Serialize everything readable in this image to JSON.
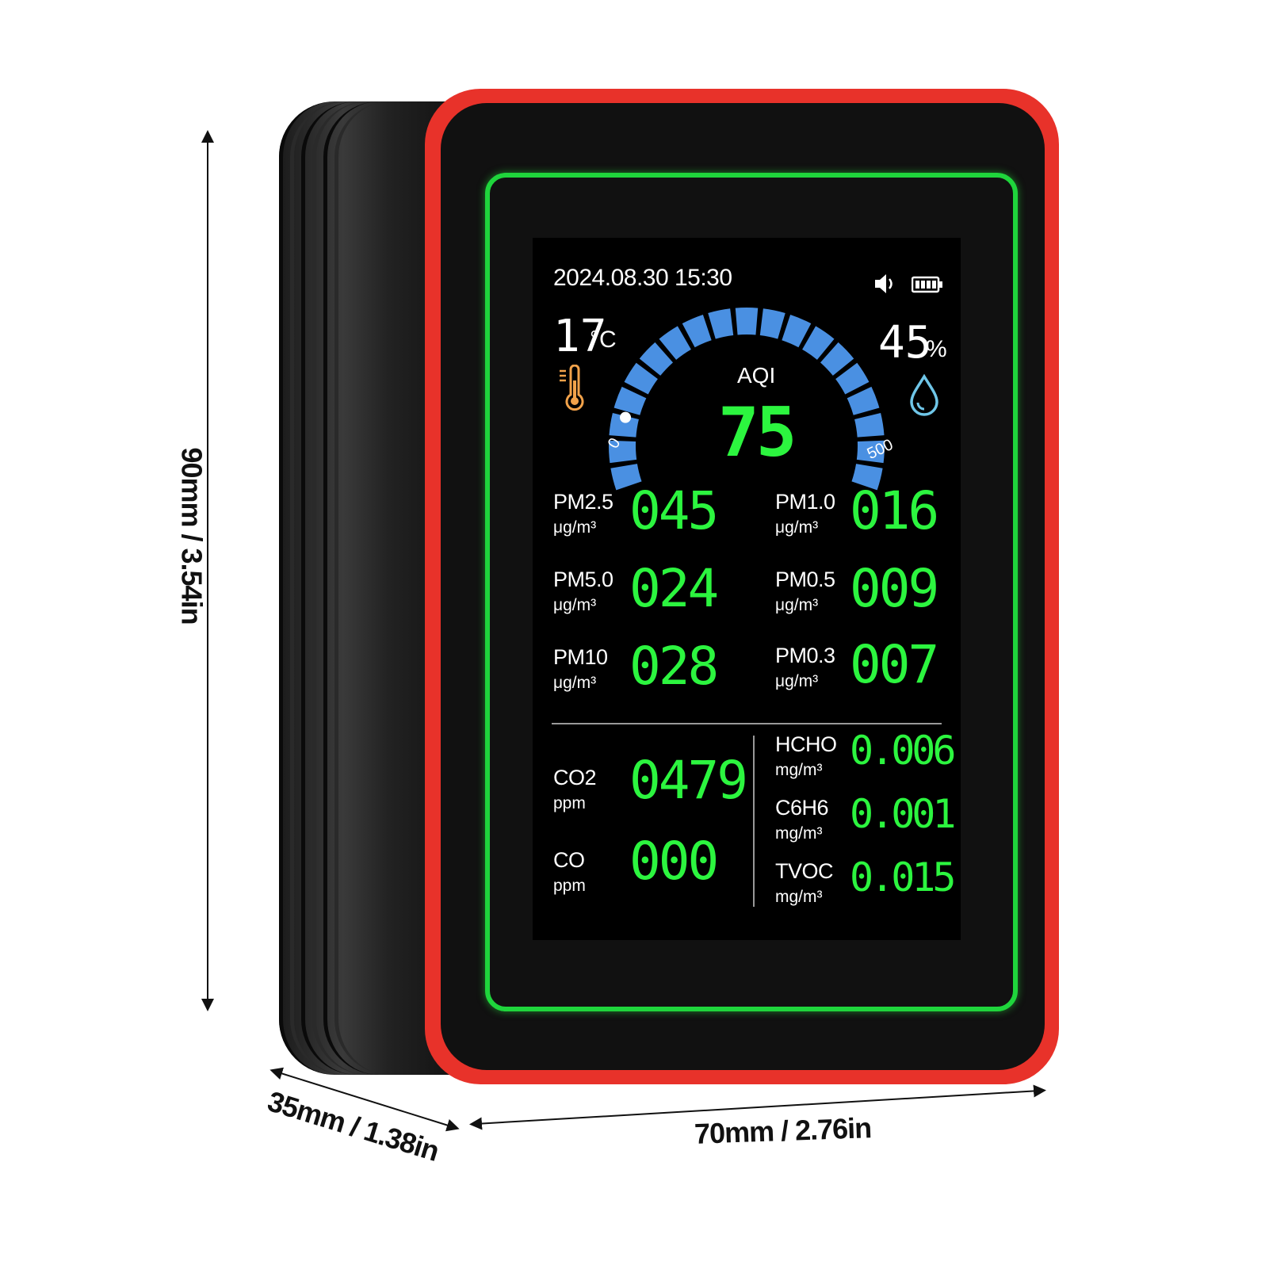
{
  "dimensions": {
    "height_label": "90mm / 3.54in",
    "depth_label": "35mm / 1.38in",
    "width_label": "70mm / 2.76in"
  },
  "device": {
    "colors": {
      "bezel": "#e8322a",
      "glow": "#1fd53c",
      "digits": "#2cf53f",
      "gauge": "#4a90e2"
    },
    "datetime": "2024.08.30 15:30",
    "icons": [
      "speaker-icon",
      "battery-icon",
      "thermometer-icon",
      "water-drop-icon"
    ],
    "temperature": {
      "value": "17",
      "unit": "°C"
    },
    "humidity": {
      "value": "45",
      "unit": "%"
    },
    "aqi": {
      "label": "AQI",
      "value": "75",
      "min": "0",
      "max": "500",
      "level": 75
    },
    "particulates": [
      {
        "label": "PM2.5",
        "unit": "μg/m³",
        "value": "045"
      },
      {
        "label": "PM1.0",
        "unit": "μg/m³",
        "value": "016"
      },
      {
        "label": "PM5.0",
        "unit": "μg/m³",
        "value": "024"
      },
      {
        "label": "PM0.5",
        "unit": "μg/m³",
        "value": "009"
      },
      {
        "label": "PM10",
        "unit": "μg/m³",
        "value": "028"
      },
      {
        "label": "PM0.3",
        "unit": "μg/m³",
        "value": "007"
      }
    ],
    "gases": [
      {
        "label": "CO2",
        "unit": "ppm",
        "value": "0479"
      },
      {
        "label": "CO",
        "unit": "ppm",
        "value": "000"
      }
    ],
    "vocs": [
      {
        "label": "HCHO",
        "unit": "mg/m³",
        "value": "0.006"
      },
      {
        "label": "C6H6",
        "unit": "mg/m³",
        "value": "0.001"
      },
      {
        "label": "TVOC",
        "unit": "mg/m³",
        "value": "0.015"
      }
    ]
  }
}
